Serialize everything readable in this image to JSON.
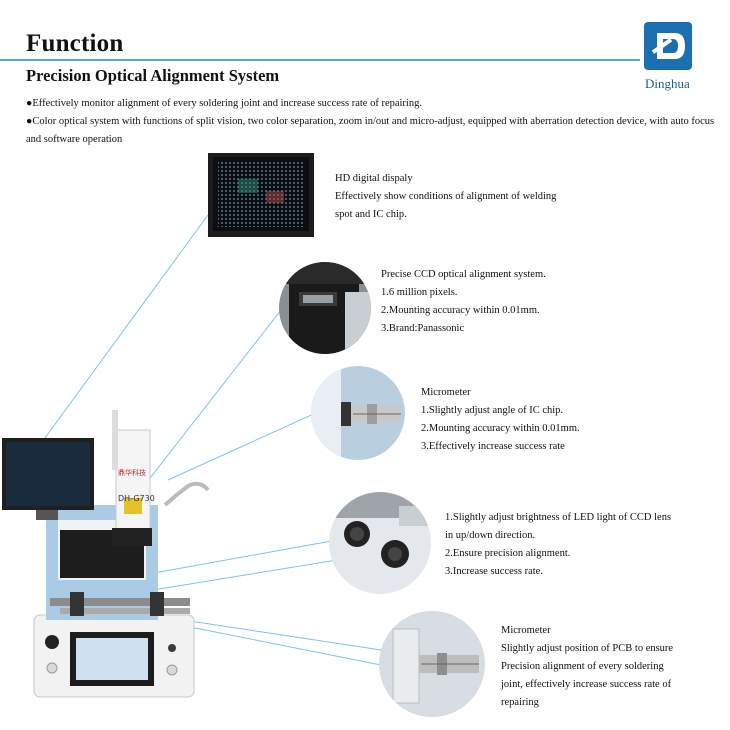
{
  "header": {
    "title": "Function",
    "subtitle": "Precision Optical Alignment System",
    "logo_text": "Dinghua"
  },
  "bullets": [
    "●Effectively monitor alignment of every soldering joint and increase success rate of repairing.",
    "●Color optical system with functions of split vision, two color separation, zoom in/out and  micro-adjust, equipped with aberration detection device, with auto focus and software operation"
  ],
  "machine": {
    "brand_label": "鼎华科技",
    "model_label": "DH-G730"
  },
  "features": [
    {
      "lines": [
        "HD digital dispaly",
        "Effectively show conditions of alignment of welding",
        "spot and IC chip."
      ]
    },
    {
      "lines": [
        "Precise CCD optical alignment system.",
        "1.6 million pixels.",
        "2.Mounting accuracy within 0.01mm.",
        "3.Brand:Panassonic"
      ]
    },
    {
      "lines": [
        "Micrometer",
        "1.Slightly adjust angle of IC chip.",
        "2.Mounting accuracy within 0.01mm.",
        "3.Effectively increase success rate"
      ]
    },
    {
      "lines": [
        "1.Slightly adjust brightness of LED light of CCD lens",
        "in up/down direction.",
        "2.Ensure precision alignment.",
        "3.Increase success rate."
      ]
    },
    {
      "lines": [
        "Micrometer",
        " Slightly adjust position of PCB to ensure",
        "Precision alignment of every soldering",
        "joint, effectively increase success rate of",
        "repairing"
      ]
    }
  ],
  "colors": {
    "accent_blue": "#5aa6d6",
    "logo_blue": "#1a6fb0",
    "leader_line": "#7ec3e6",
    "machine_blue": "#a9cbe6"
  }
}
